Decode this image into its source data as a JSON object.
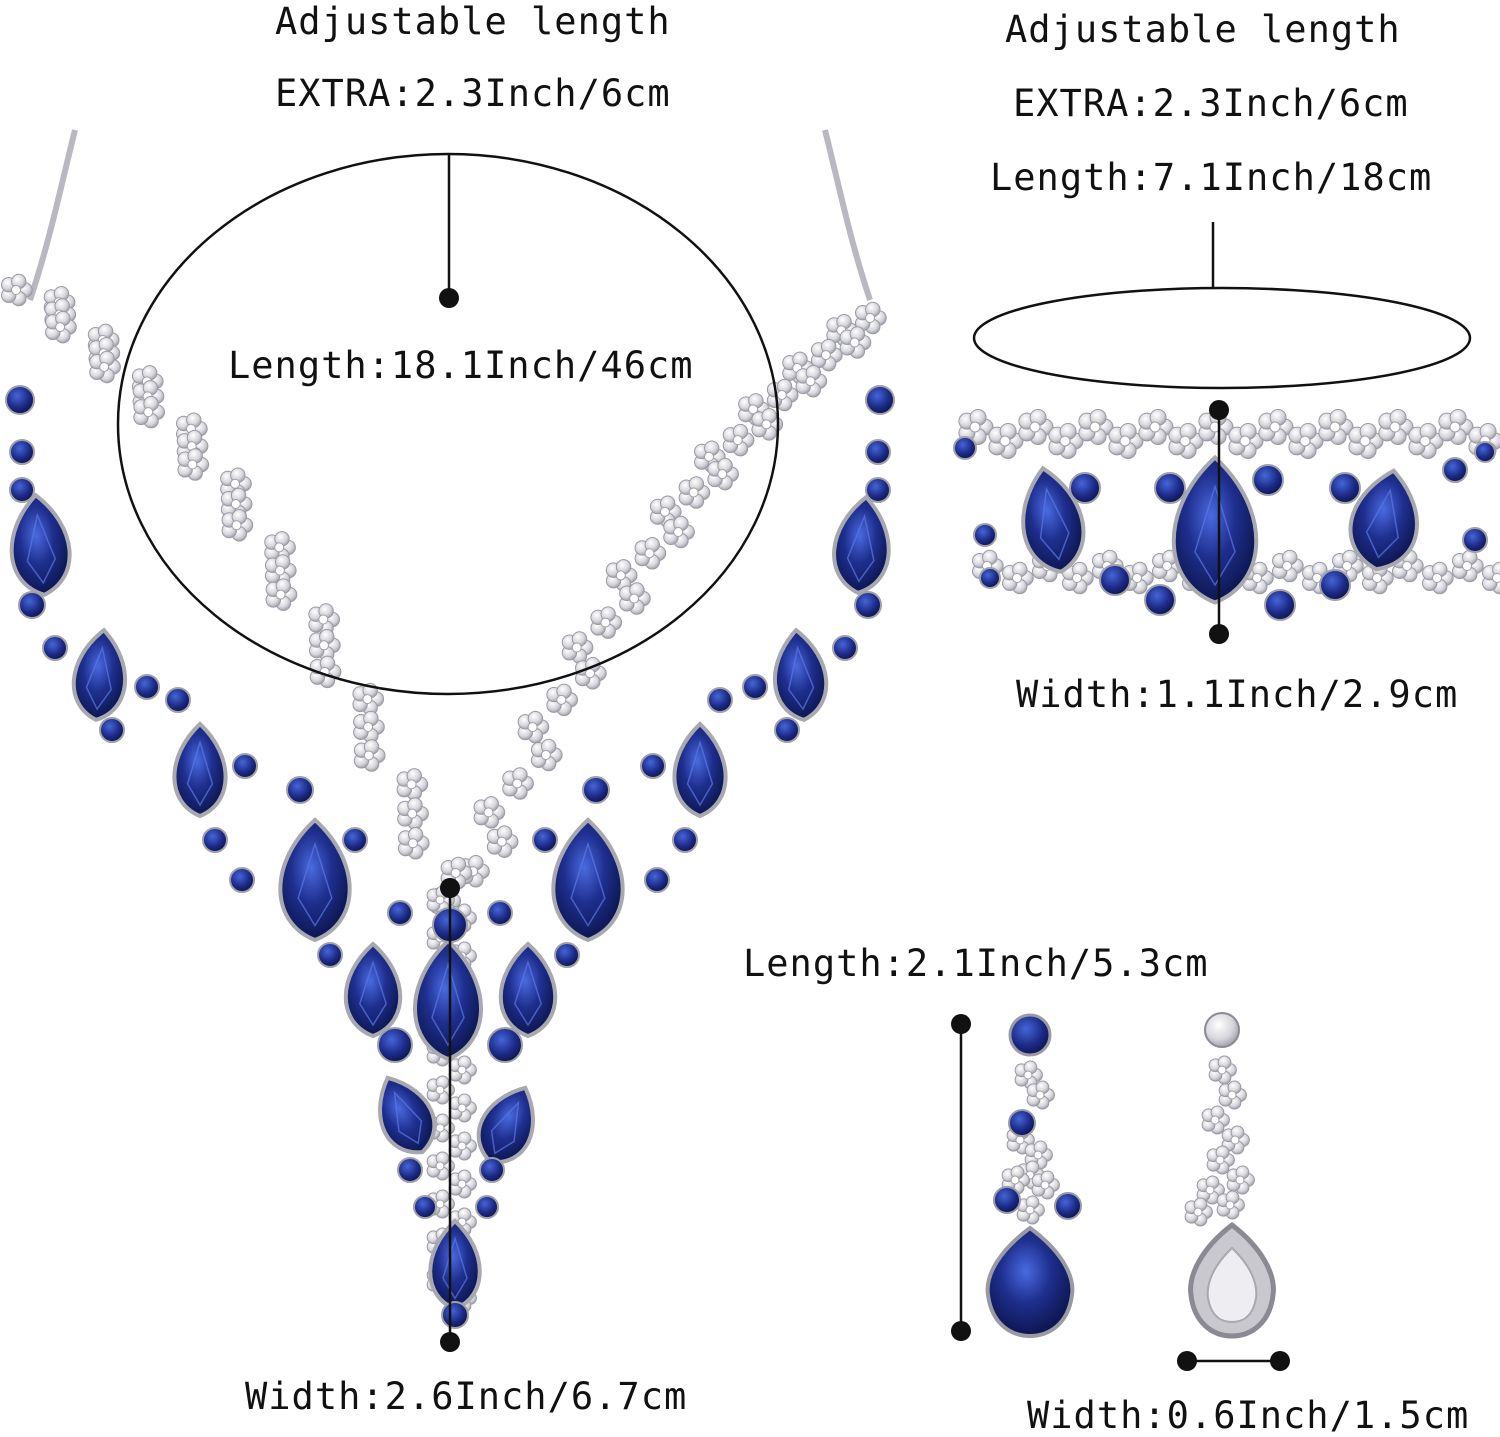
{
  "necklace": {
    "adjustable_label": "Adjustable length",
    "extra_label": "EXTRA:2.3Inch/6cm",
    "length_label": "Length:18.1Inch/46cm",
    "width_label": "Width:2.6Inch/6.7cm"
  },
  "bracelet": {
    "adjustable_label": "Adjustable length",
    "extra_label": "EXTRA:2.3Inch/6cm",
    "length_label": "Length:7.1Inch/18cm",
    "width_label": "Width:1.1Inch/2.9cm"
  },
  "earrings": {
    "length_label": "Length:2.1Inch/5.3cm",
    "width_label": "Width:0.6Inch/1.5cm"
  },
  "colors": {
    "gem": "#1f2f8f",
    "gem_dark": "#0c1550",
    "gem_light": "#3f5fd6",
    "silver": "#d8d8dc",
    "silver_dark": "#9c9ca4",
    "line": "#111111"
  }
}
